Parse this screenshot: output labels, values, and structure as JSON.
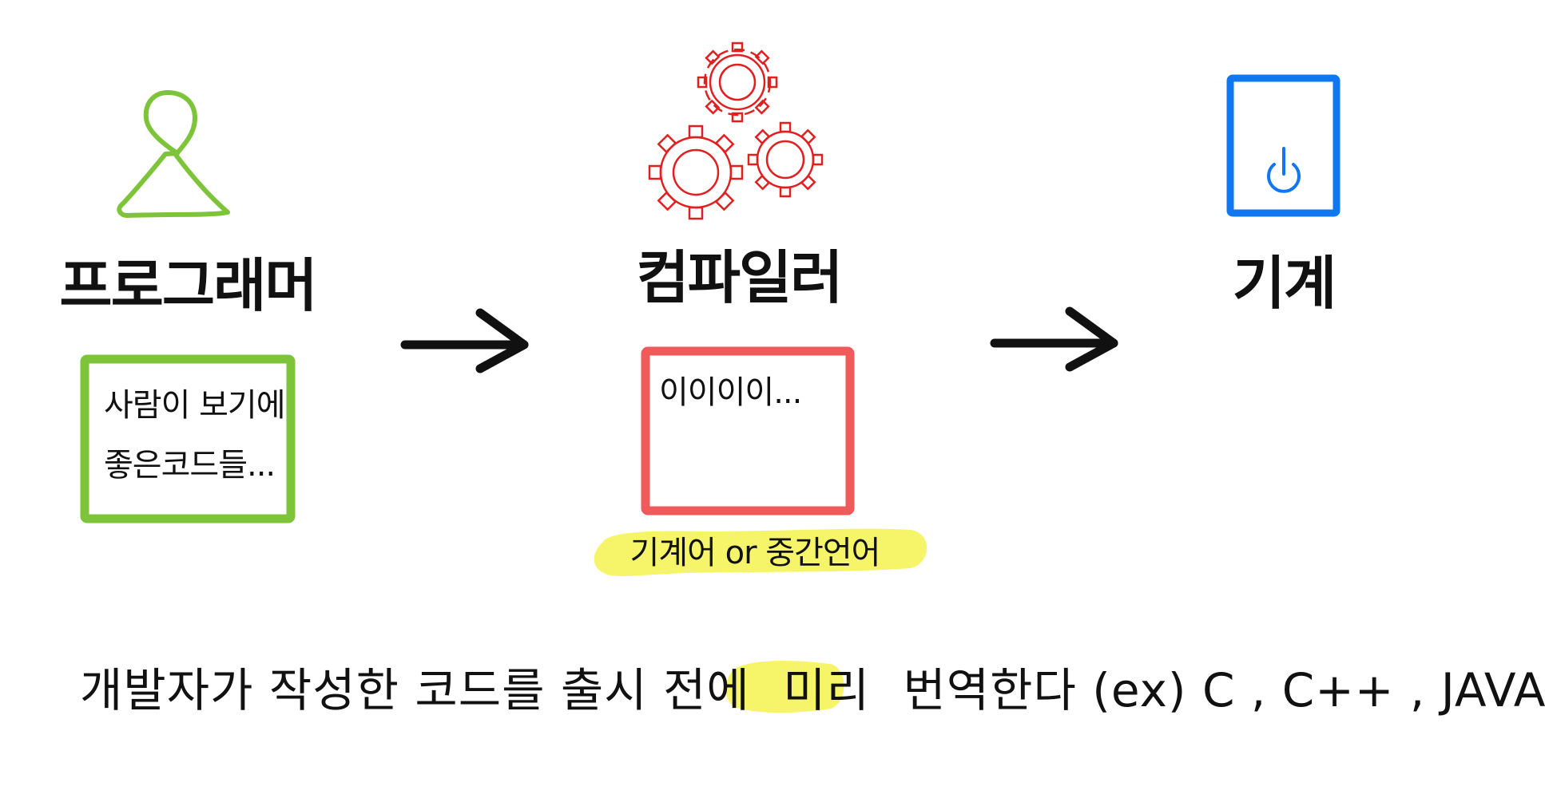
{
  "columns": {
    "programmer": {
      "icon": "person-icon",
      "title": "프로그래머",
      "box_lines": [
        "사람이 보기에",
        "좋은코드들..."
      ]
    },
    "compiler": {
      "icon": "gears-icon",
      "title": "컴파일러",
      "box_lines": [
        "이이이이..."
      ],
      "highlight": "기계어 or 중간언어"
    },
    "machine": {
      "icon": "power-device-icon",
      "title": "기계"
    }
  },
  "arrows": [
    "arrow-right-icon",
    "arrow-right-icon"
  ],
  "caption": {
    "before": "개발자가 작성한 코드를 출시 전에",
    "highlight": "미리",
    "after": "번역한다 (ex) C , C++ , JAVA"
  },
  "colors": {
    "green": "#7DC43A",
    "red": "#F05A5A",
    "blue": "#1177F0",
    "yellow_highlight": "#F6F56A",
    "ink": "#111111"
  }
}
